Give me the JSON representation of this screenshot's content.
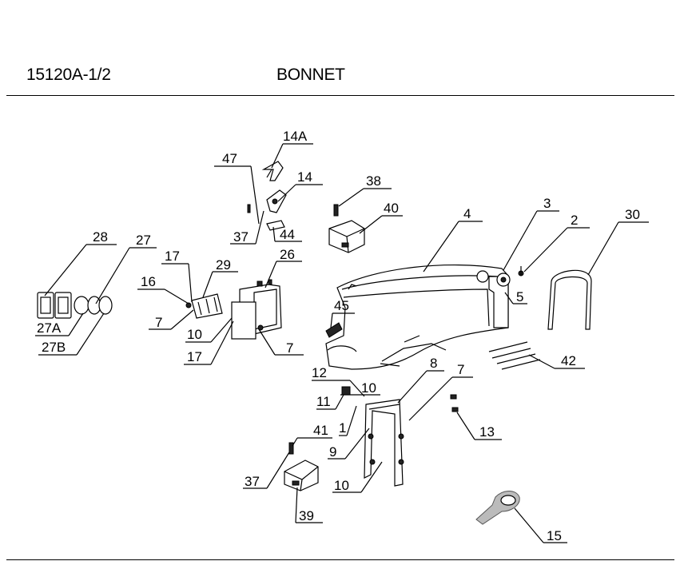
{
  "header": {
    "code": "15120A-1/2",
    "title": "BONNET"
  },
  "callouts": [
    {
      "id": "c-14a",
      "text": "14A"
    },
    {
      "id": "c-47",
      "text": "47"
    },
    {
      "id": "c-14",
      "text": "14"
    },
    {
      "id": "c-38",
      "text": "38"
    },
    {
      "id": "c-40",
      "text": "40"
    },
    {
      "id": "c-37a",
      "text": "37"
    },
    {
      "id": "c-44",
      "text": "44"
    },
    {
      "id": "c-4",
      "text": "4"
    },
    {
      "id": "c-3",
      "text": "3"
    },
    {
      "id": "c-2",
      "text": "2"
    },
    {
      "id": "c-30",
      "text": "30"
    },
    {
      "id": "c-28",
      "text": "28"
    },
    {
      "id": "c-27",
      "text": "27"
    },
    {
      "id": "c-17a",
      "text": "17"
    },
    {
      "id": "c-29",
      "text": "29"
    },
    {
      "id": "c-26",
      "text": "26"
    },
    {
      "id": "c-16",
      "text": "16"
    },
    {
      "id": "c-5",
      "text": "5"
    },
    {
      "id": "c-45",
      "text": "45"
    },
    {
      "id": "c-7a",
      "text": "7"
    },
    {
      "id": "c-27a",
      "text": "27A"
    },
    {
      "id": "c-10a",
      "text": "10"
    },
    {
      "id": "c-27b",
      "text": "27B"
    },
    {
      "id": "c-17b",
      "text": "17"
    },
    {
      "id": "c-7b",
      "text": "7"
    },
    {
      "id": "c-42",
      "text": "42"
    },
    {
      "id": "c-8",
      "text": "8"
    },
    {
      "id": "c-7c",
      "text": "7"
    },
    {
      "id": "c-12",
      "text": "12"
    },
    {
      "id": "c-10b",
      "text": "10"
    },
    {
      "id": "c-11",
      "text": "11"
    },
    {
      "id": "c-1",
      "text": "1"
    },
    {
      "id": "c-13",
      "text": "13"
    },
    {
      "id": "c-41",
      "text": "41"
    },
    {
      "id": "c-9",
      "text": "9"
    },
    {
      "id": "c-37b",
      "text": "37"
    },
    {
      "id": "c-10c",
      "text": "10"
    },
    {
      "id": "c-39",
      "text": "39"
    },
    {
      "id": "c-15",
      "text": "15"
    }
  ]
}
